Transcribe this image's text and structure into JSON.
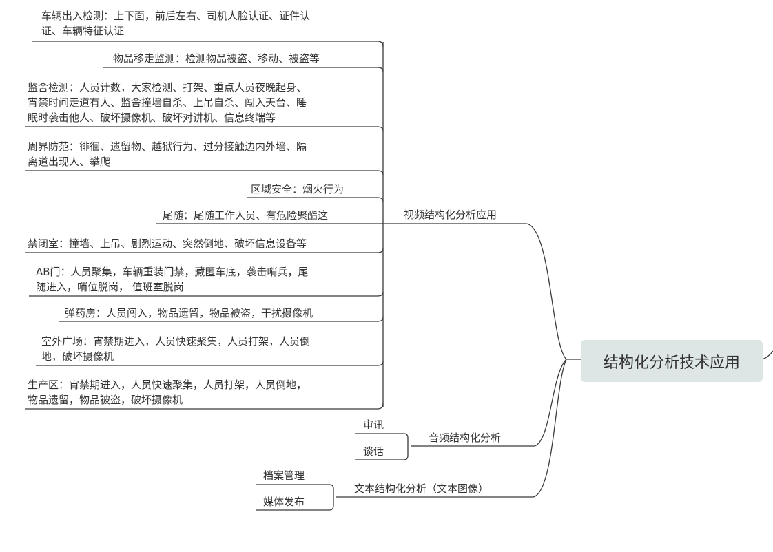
{
  "central": {
    "label": "结构化分析技术应用"
  },
  "branches": {
    "video": {
      "label": "视频结构化分析应用",
      "items": [
        {
          "lines": [
            "车辆出入检测：上下面，前后左右、司机人脸认证、证件认",
            "证、车辆特征认证"
          ]
        },
        {
          "lines": [
            "物品移走监测：检测物品被盗、移动、被盗等"
          ]
        },
        {
          "lines": [
            "监舍检测：人员计数，大家检测、打架、重点人员夜晚起身、",
            "宵禁时间走道有人、监舍撞墙自杀、上吊自杀、闯入天台、睡",
            "眠时袭击他人、破坏摄像机、破坏对讲机、信息终端等"
          ]
        },
        {
          "lines": [
            "周界防范：徘徊、遗留物、越狱行为、过分接触边内外墙、隔",
            "离道出现人、攀爬"
          ]
        },
        {
          "lines": [
            "区域安全：烟火行为"
          ]
        },
        {
          "lines": [
            "尾随：尾随工作人员、有危险聚酯这"
          ]
        },
        {
          "lines": [
            "禁闭室：撞墙、上吊、剧烈运动、突然倒地、破坏信息设备等"
          ]
        },
        {
          "lines": [
            "AB门：人员聚集，车辆重装门禁，藏匿车底，袭击哨兵，尾",
            "随进入，哨位脱岗， 值班室脱岗"
          ]
        },
        {
          "lines": [
            "弹药房：人员闯入，物品遗留，物品被盗，干扰摄像机"
          ]
        },
        {
          "lines": [
            "室外广场：宵禁期进入，人员快速聚集，人员打架，人员倒",
            "地，破坏摄像机"
          ]
        },
        {
          "lines": [
            "生产区：宵禁期进入，人员快速聚集，人员打架，人员倒地，",
            "物品遗留，物品被盗，破坏摄像机"
          ]
        }
      ]
    },
    "audio": {
      "label": "音频结构化分析",
      "items": [
        {
          "lines": [
            "审讯"
          ]
        },
        {
          "lines": [
            "谈话"
          ]
        }
      ]
    },
    "text": {
      "label": "文本结构化分析（文本图像）",
      "items": [
        {
          "lines": [
            "档案管理"
          ]
        },
        {
          "lines": [
            "媒体发布"
          ]
        }
      ]
    }
  },
  "colors": {
    "line": "#3a3a3a",
    "central_bg": "#dde5e5",
    "text": "#333333"
  }
}
